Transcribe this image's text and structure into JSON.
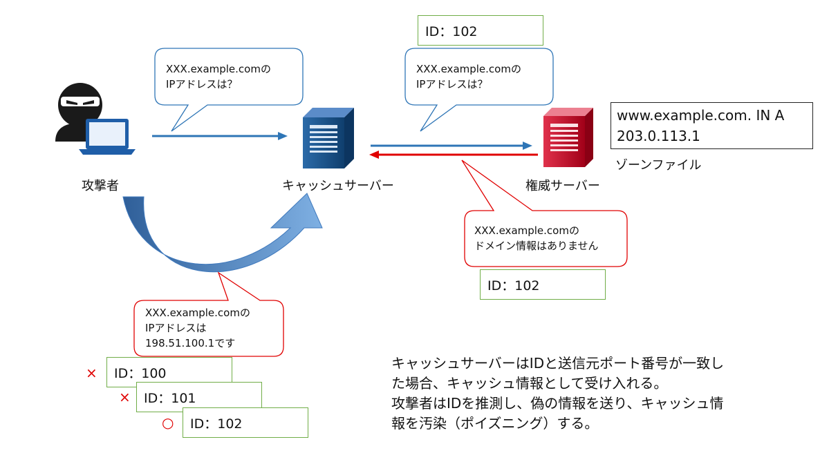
{
  "actors": {
    "attacker": "攻撃者",
    "cache_server": "キャッシュサーバー",
    "authoritative_server": "権威サーバー"
  },
  "bubbles": {
    "attacker_query": "XXX.example.comの\nIPアドレスは？",
    "cache_query": "XXX.example.comの\nIPアドレスは？",
    "auth_response": "XXX.example.comの\nドメイン情報はありません",
    "forged_response": "XXX.example.comの\nIPアドレスは\n198.51.100.1です"
  },
  "ids": {
    "query_id": "ID：102",
    "auth_response_id": "ID：102",
    "forged": [
      {
        "label": "ID：100",
        "mark": "×"
      },
      {
        "label": "ID：101",
        "mark": "×"
      },
      {
        "label": "ID：102",
        "mark": "○"
      }
    ]
  },
  "zone_file": {
    "record": "www.example.com.  IN A\n203.0.113.1",
    "label": "ゾーンファイル"
  },
  "description": "キャッシュサーバーはIDと送信元ポート番号が一致し\nた場合、キャッシュ情報として受け入れる。\n攻撃者はIDを推測し、偽の情報を送り、キャッシュ情\n報を汚染（ポイズニング）する。",
  "colors": {
    "blue_arrow": "#2e75b6",
    "red_arrow": "#e00000",
    "blue_bubble_border": "#2e75b6",
    "red_bubble_border": "#e00000",
    "id_box_border": "#70ad47",
    "cache_server": "#1f4e79",
    "auth_server": "#c00000"
  }
}
